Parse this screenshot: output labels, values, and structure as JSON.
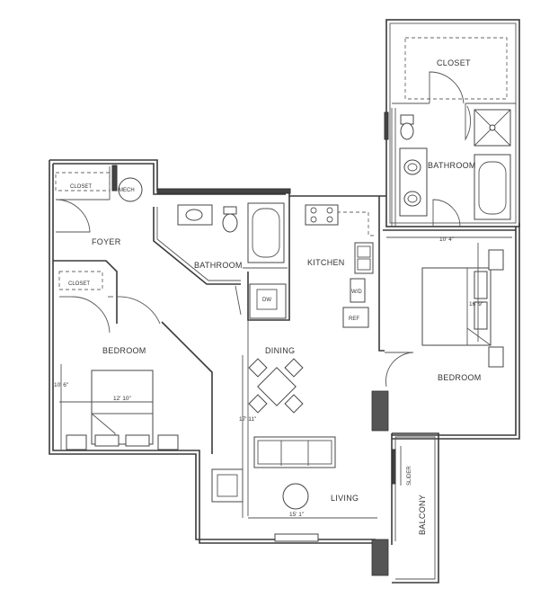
{
  "rooms": {
    "closet_top": "CLOSET",
    "bathroom_right": "BATHROOM",
    "closet_left": "CLOSET",
    "mech": "MECH",
    "foyer": "FOYER",
    "bathroom_center": "BATHROOM",
    "kitchen": "KITCHEN",
    "closet_left2": "CLOSET",
    "bedroom_left": "BEDROOM",
    "dining": "DINING",
    "bedroom_right": "BEDROOM",
    "living": "LIVING",
    "balcony": "BALCONY"
  },
  "appliances": {
    "dw": "DW",
    "wd": "W/D",
    "ref": "REF",
    "slider": "SLIDER"
  },
  "dimensions": {
    "bedroom_right_width": "10' 4\"",
    "bedroom_right_length": "16' 9\"",
    "bedroom_left_height": "10' 6\"",
    "bedroom_left_width": "12' 10\"",
    "living_length": "17' 11\"",
    "living_width": "15' 1\""
  }
}
